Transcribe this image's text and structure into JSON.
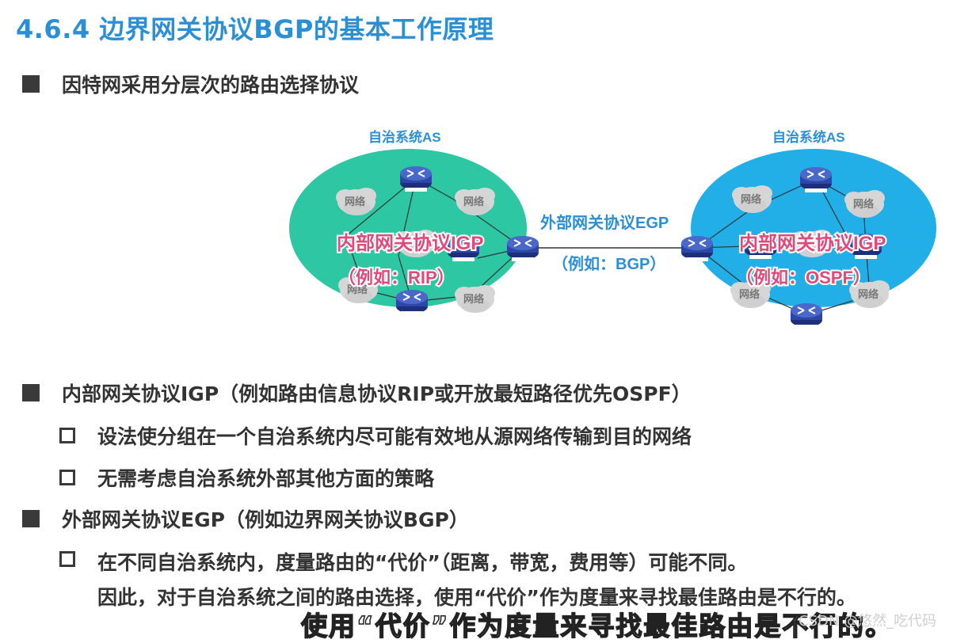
{
  "title": "4.6.4 边界网关协议BGP的基本工作原理",
  "bullets": {
    "b1": "因特网采用分层次的路由选择协议",
    "b2": "内部网关协议IGP（例如路由信息协议RIP或开放最短路径优先OSPF）",
    "b2_sub1": "设法使分组在一个自治系统内尽可能有效地从源网络传输到目的网络",
    "b2_sub2": "无需考虑自治系统外部其他方面的策略",
    "b3": "外部网关协议EGP（例如边界网关协议BGP）",
    "b3_sub1_line1": "在不同自治系统内，度量路由的“代价”（距离，带宽，费用等）可能不同。",
    "b3_sub1_line2": "因此，对于自治系统之间的路由选择，使用“代价”作为度量来寻找最佳路由是不行的。"
  },
  "diagram": {
    "as_left_label": "自治系统AS",
    "as_right_label": "自治系统AS",
    "network_label": "网络",
    "router_label": "ROUTER",
    "left_igp": "内部网关协议IGP",
    "left_example": "（例如：RIP）",
    "right_igp": "内部网关协议IGP",
    "right_example": "（例如：OSPF）",
    "egp": "外部网关协议EGP",
    "egp_example": "（例如：BGP）",
    "colors": {
      "left_as": "#2dc7a3",
      "right_as": "#22aee6",
      "label_blue": "#2b8fd6",
      "igp_pink": "#e04a7a"
    }
  },
  "subtitle": "使用“代价”作为度量来寻找最佳路由是不行的。",
  "watermark": "CSDN @悠然_吃代码"
}
